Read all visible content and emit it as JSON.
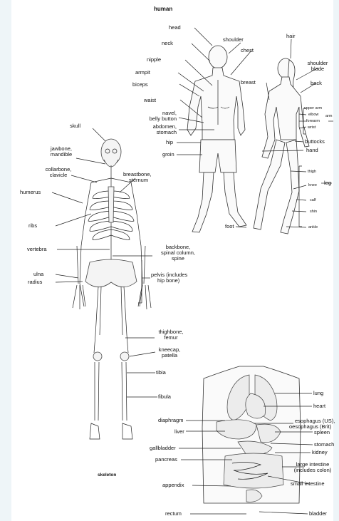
{
  "title": "human",
  "skeleton_caption": "skeleton",
  "body_labels": {
    "head": "head",
    "neck": "neck",
    "nipple": "nipple",
    "armpit": "armpit",
    "biceps": "biceps",
    "waist": "waist",
    "navel": "navel,",
    "belly_button": "belly button",
    "abdomen": "abdomen,",
    "stomach": "stomach",
    "hip": "hip",
    "groin": "groin",
    "shoulder": "shoulder",
    "chest": "chest",
    "hair": "hair",
    "shoulder_blade_1": "shoulder",
    "shoulder_blade_2": "blade",
    "breast": "breast",
    "back": "back",
    "upper_arm": "upper arm",
    "elbow": "elbow",
    "forearm": "forearm",
    "wrist": "wrist",
    "arm": "arm",
    "buttocks": "buttocks",
    "hand": "hand",
    "thigh": "thigh",
    "knee": "knee",
    "calf": "calf",
    "shin": "shin",
    "ankle": "ankle",
    "leg": "leg",
    "foot": "foot"
  },
  "skeleton_labels": {
    "skull": "skull",
    "jawbone": "jawbone,",
    "mandible": "mandible",
    "collarbone": "collarbone,",
    "clavicle": "clavicle",
    "breastbone": "breastbone,",
    "sternum": "sternum",
    "humerus": "humerus",
    "ribs": "ribs",
    "vertebra": "vertebra",
    "backbone_1": "backbone,",
    "backbone_2": "spinal column,",
    "backbone_3": "spine",
    "ulna": "ulna",
    "radius": "radius",
    "pelvis_1": "pelvis (includes",
    "pelvis_2": "hip bone)",
    "thighbone": "thighbone,",
    "femur": "femur",
    "kneecap": "kneecap,",
    "patella": "patella",
    "tibia": "tibia",
    "fibula": "fibula"
  },
  "organ_labels": {
    "lung": "lung",
    "heart": "heart",
    "diaphragm": "diaphragm",
    "esophagus_1": "esophagus (US),",
    "esophagus_2": "oesophagus (Brit)",
    "spleen": "spleen",
    "liver": "liver",
    "gallbladder": "gallbladder",
    "stomach": "stomach",
    "kidney": "kidney",
    "pancreas": "pancreas",
    "large_intestine_1": "large intestine",
    "large_intestine_2": "(includes colon)",
    "appendix": "appendix",
    "small_intestine": "small intestine",
    "rectum": "rectum",
    "bladder": "bladder"
  }
}
